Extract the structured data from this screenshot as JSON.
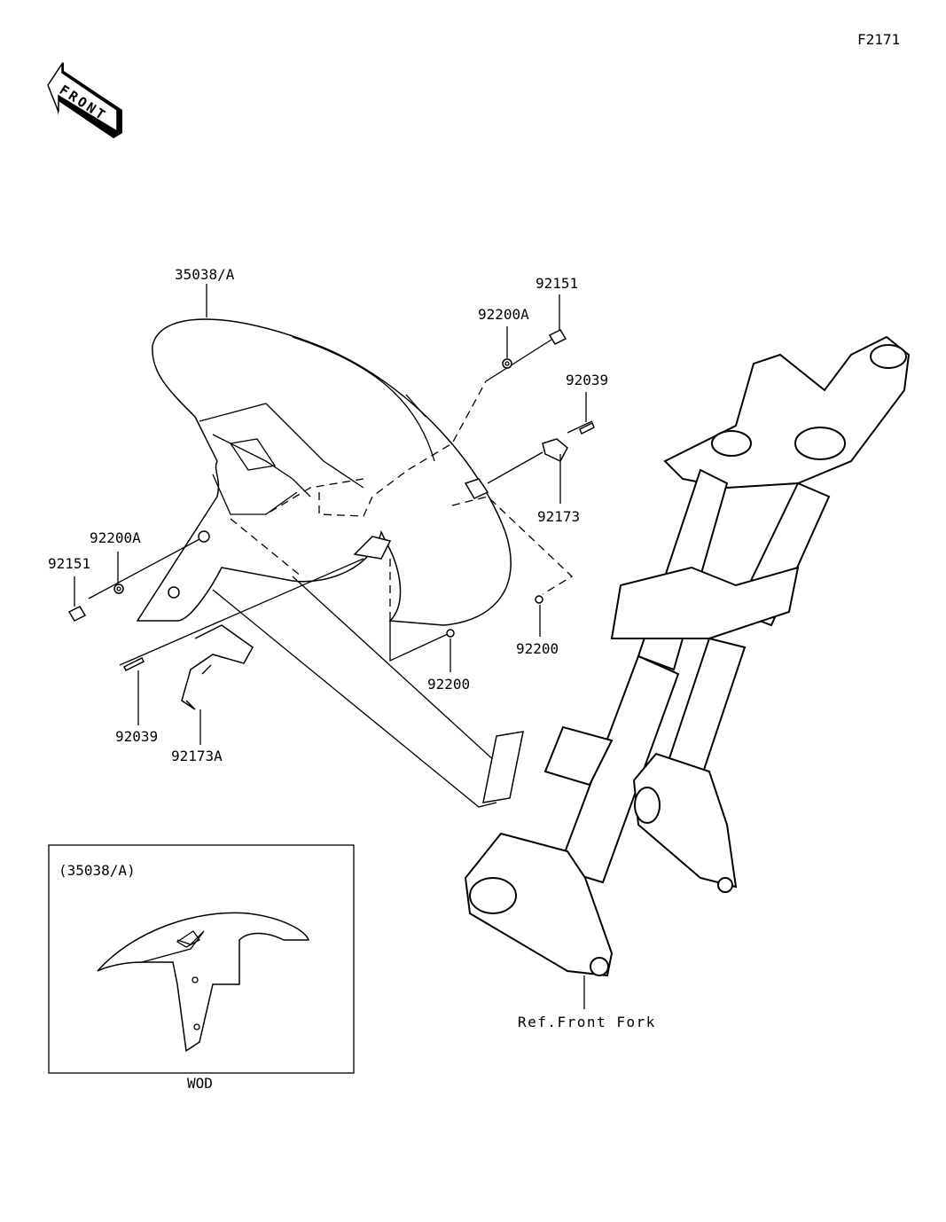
{
  "diagram_id": "F2171",
  "front_logo": "FRONT",
  "callouts": {
    "fender": "35038/A",
    "bolt_right": "92151",
    "washer_right": "92200A",
    "pin_right": "92039",
    "clamp_right": "92173",
    "washer_left": "92200A",
    "bolt_left": "92151",
    "nut_right": "92200",
    "nut_center": "92200",
    "pin_left": "92039",
    "clamp_left": "92173A",
    "fork_ref": "Ref.Front Fork"
  },
  "inset": {
    "title": "(35038/A)",
    "color_code": "WOD"
  }
}
